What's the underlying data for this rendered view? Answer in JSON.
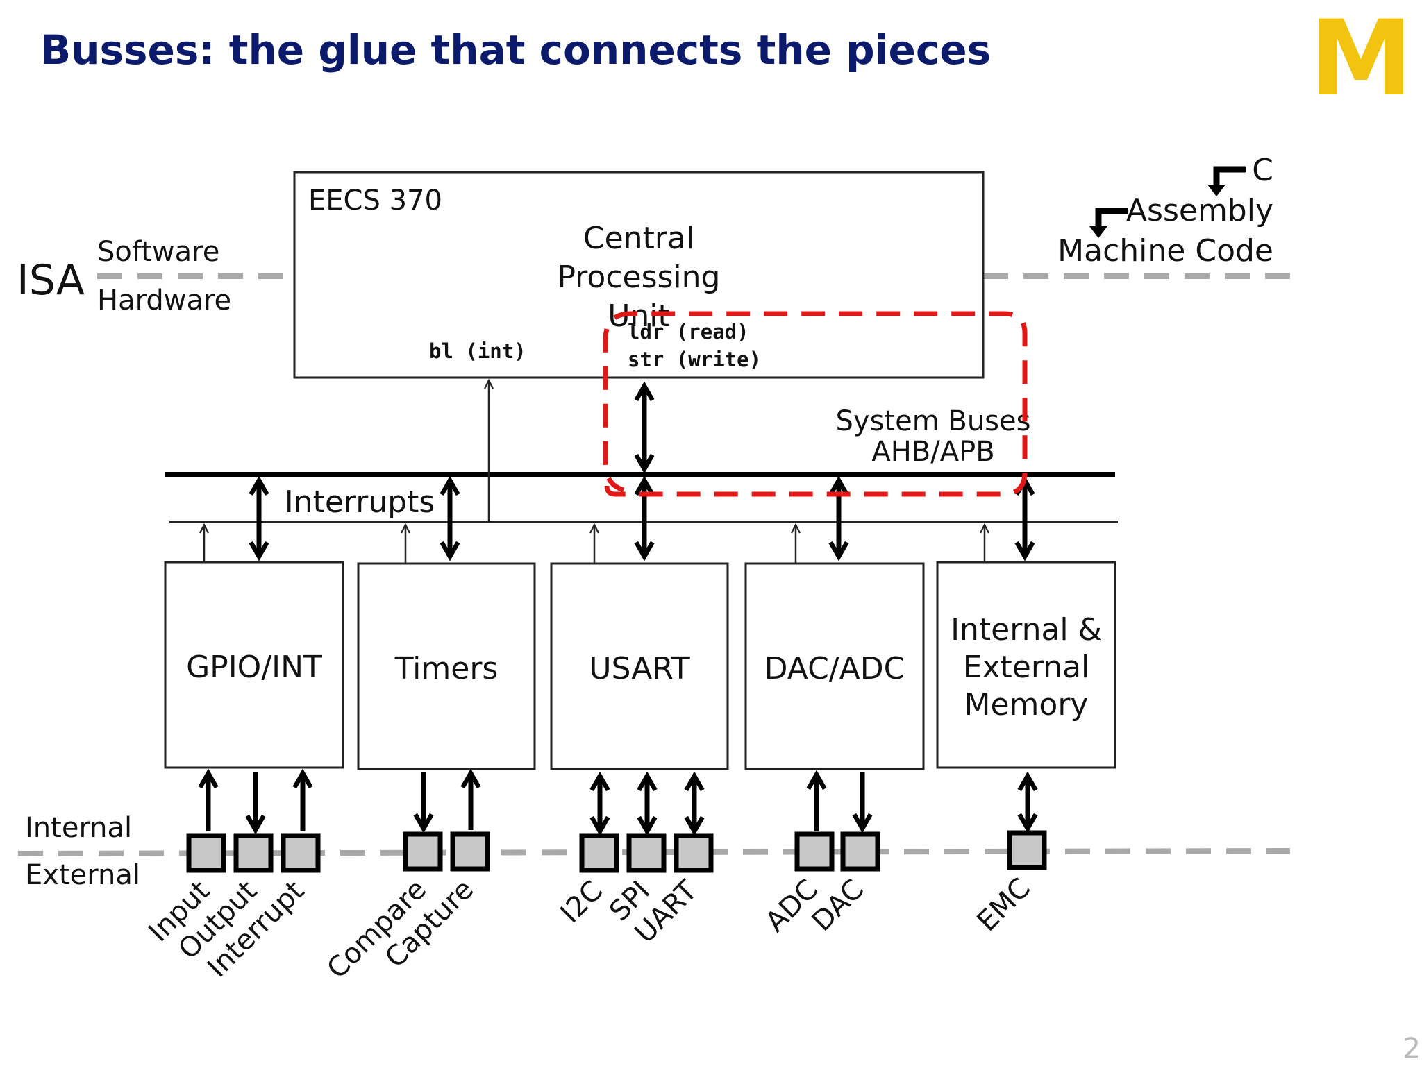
{
  "slide": {
    "title": "Busses: the glue that connects the pieces",
    "logo_text": "M",
    "page_number": "2"
  },
  "isa": {
    "label": "ISA",
    "software": "Software",
    "hardware": "Hardware"
  },
  "levels": {
    "c": "C",
    "assembly": "Assembly",
    "machine_code": "Machine Code"
  },
  "cpu": {
    "course": "EECS 370",
    "name_lines": [
      "Central",
      "Processing",
      "Unit"
    ],
    "bl": "bl  (int)",
    "ldr": "ldr  (read)",
    "str": "str  (write)"
  },
  "buses": {
    "system_line1": "System Buses",
    "system_line2": "AHB/APB",
    "interrupts": "Interrupts"
  },
  "peripherals": [
    {
      "lines": [
        "GPIO/INT"
      ]
    },
    {
      "lines": [
        "Timers"
      ]
    },
    {
      "lines": [
        "USART"
      ]
    },
    {
      "lines": [
        "DAC/ADC"
      ]
    },
    {
      "lines": [
        "Internal &",
        "External",
        "Memory"
      ]
    }
  ],
  "boundary": {
    "internal": "Internal",
    "external": "External"
  },
  "pins": {
    "gpio": [
      "Input",
      "Output",
      "Interrupt"
    ],
    "timers": [
      "Compare",
      "Capture"
    ],
    "usart": [
      "I2C",
      "SPI",
      "UART"
    ],
    "dacadc": [
      "ADC",
      "DAC"
    ],
    "memory": [
      "EMC"
    ]
  },
  "colors": {
    "title": "#0c1a6b",
    "logo": "#f2c40f",
    "highlight": "#e01818",
    "dashed_boundary": "#a9a9a9"
  }
}
